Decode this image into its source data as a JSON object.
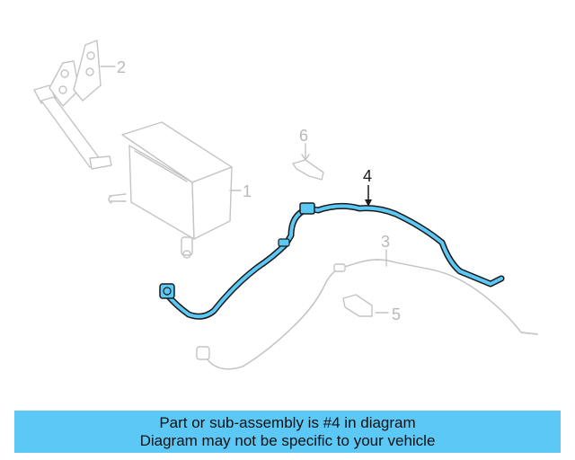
{
  "callouts": {
    "c1": "1",
    "c2": "2",
    "c3": "3",
    "c4": "4",
    "c5": "5",
    "c6": "6"
  },
  "highlight_color": "#5bc8f5",
  "highlighted_part": "4",
  "banner": {
    "line1": "Part or sub-assembly is #4 in diagram",
    "line2": "Diagram may not be specific to your vehicle"
  }
}
